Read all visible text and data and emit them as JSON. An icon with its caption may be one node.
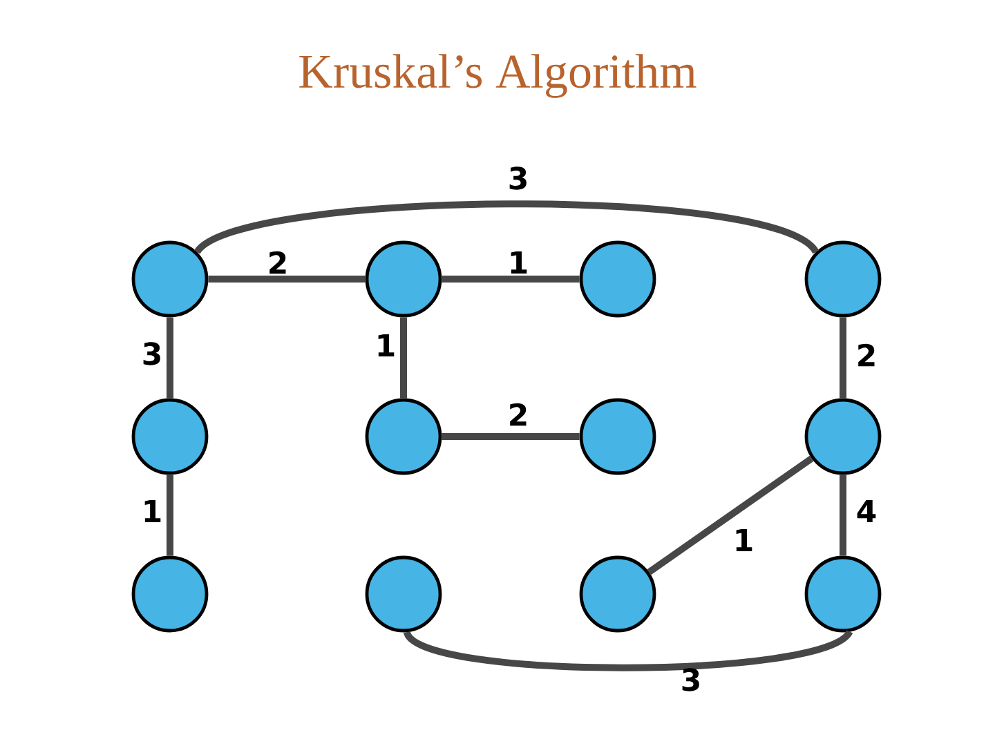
{
  "diagram": {
    "title": "Kruskal’s Algorithm",
    "nodes": [
      {
        "text": [],
        "shape": "circle"
      },
      {
        "text": [],
        "shape": "circle"
      },
      {
        "text": [],
        "shape": "circle"
      },
      {
        "text": [],
        "shape": "circle"
      },
      {
        "text": [],
        "shape": "circle"
      },
      {
        "text": [],
        "shape": "circle"
      },
      {
        "text": [],
        "shape": "circle"
      },
      {
        "text": [],
        "shape": "circle"
      },
      {
        "text": [],
        "shape": "circle"
      },
      {
        "text": [],
        "shape": "circle"
      },
      {
        "text": [],
        "shape": "circle"
      },
      {
        "text": [],
        "shape": "circle"
      }
    ],
    "edges": [
      {
        "from": 0,
        "to": 1,
        "arrow": "none",
        "label": "2"
      },
      {
        "from": 1,
        "to": 2,
        "arrow": "none",
        "label": "1"
      },
      {
        "from": 0,
        "to": 3,
        "arrow": "none",
        "label": "3"
      },
      {
        "from": 0,
        "to": 4,
        "arrow": "none",
        "label": "3"
      },
      {
        "from": 1,
        "to": 5,
        "arrow": "none",
        "label": "1"
      },
      {
        "from": 3,
        "to": 7,
        "arrow": "none",
        "label": "2"
      },
      {
        "from": 5,
        "to": 6,
        "arrow": "none",
        "label": "2"
      },
      {
        "from": 4,
        "to": 8,
        "arrow": "none",
        "label": "1"
      },
      {
        "from": 7,
        "to": 10,
        "arrow": "none",
        "label": "1"
      },
      {
        "from": 7,
        "to": 11,
        "arrow": "none",
        "label": "4"
      },
      {
        "from": 9,
        "to": 11,
        "arrow": "none",
        "label": "3"
      }
    ]
  }
}
